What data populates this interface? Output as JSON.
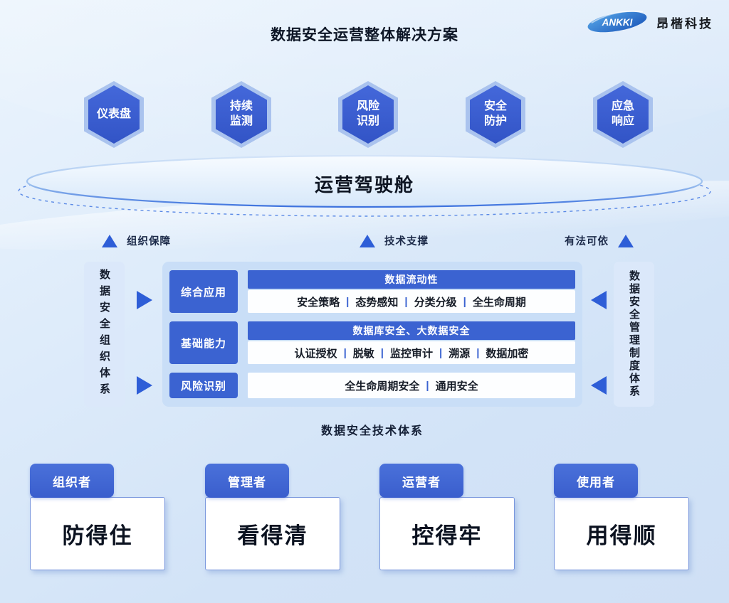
{
  "colors": {
    "accent": "#3b63d1",
    "hex_ring": "#aac3ee",
    "panel_bg": "#c9def7",
    "sidebar_bg": "#dbe8fa",
    "page_bg_top": "#ebf4fd",
    "page_bg_bottom": "#cfe0f5"
  },
  "header": {
    "title": "数据安全运营整体解决方案",
    "brand_logo": "ANKKI",
    "brand_name": "昂楷科技"
  },
  "hexagons": [
    {
      "label": "仪表盘"
    },
    {
      "label": "持续\n监测"
    },
    {
      "label": "风险\n识别"
    },
    {
      "label": "安全\n防护"
    },
    {
      "label": "应急\n响应"
    }
  ],
  "cockpit": {
    "label": "运营驾驶舱"
  },
  "pillars": {
    "left": "组织保障",
    "center": "技术支撑",
    "right": "有法可依"
  },
  "tech": {
    "left_bar": "数据安全组织体系",
    "right_bar": "数据安全管理制度体系",
    "rows": [
      {
        "label": "综合应用",
        "header": "数据流动性",
        "items": [
          "安全策略",
          "态势感知",
          "分类分级",
          "全生命周期"
        ]
      },
      {
        "label": "基础能力",
        "header": "数据库安全、大数据安全",
        "items": [
          "认证授权",
          "脱敏",
          "监控审计",
          "溯源",
          "数据加密"
        ]
      },
      {
        "label": "风险识别",
        "items": [
          "全生命周期安全",
          "通用安全"
        ]
      }
    ],
    "caption": "数据安全技术体系"
  },
  "roles": [
    {
      "tag": "组织者",
      "value": "防得住"
    },
    {
      "tag": "管理者",
      "value": "看得清"
    },
    {
      "tag": "运营者",
      "value": "控得牢"
    },
    {
      "tag": "使用者",
      "value": "用得顺"
    }
  ]
}
